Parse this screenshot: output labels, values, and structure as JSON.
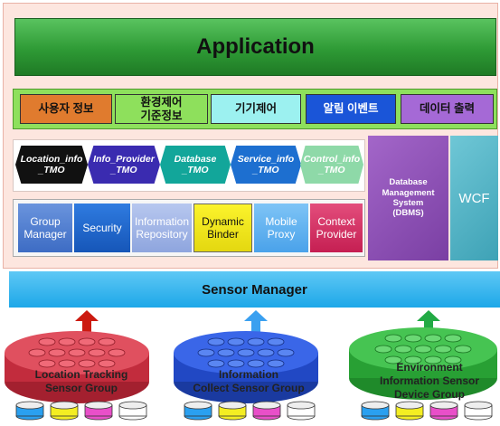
{
  "application": {
    "label": "Application"
  },
  "app_buttons": [
    {
      "label": "사용자 정보",
      "color": "#e07b2e"
    },
    {
      "label": "환경제어\n기준정보",
      "color": "#8ee05c"
    },
    {
      "label": "기기제어",
      "color": "#9cf1f0"
    },
    {
      "label": "알림 이벤트",
      "color": "#1a55d8"
    },
    {
      "label": "데이터 출력",
      "color": "#a569d6"
    }
  ],
  "tmo": [
    {
      "label": "Location_info\n_TMO",
      "color": "#111111"
    },
    {
      "label": "Info_Provider\n_TMO",
      "color": "#3a2bb0"
    },
    {
      "label": "Database\n_TMO",
      "color": "#12a69a"
    },
    {
      "label": "Service_info\n_TMO",
      "color": "#1d6fd0"
    },
    {
      "label": "Control_info\n_TMO",
      "color": "#8ed9a8"
    }
  ],
  "services": [
    {
      "label": "Group\nManager",
      "color": "#4f7fd2"
    },
    {
      "label": "Security",
      "color": "#1d6ccf"
    },
    {
      "label": "Information\nRepository",
      "color": "#9fb3e6"
    },
    {
      "label": "Dynamic\nBinder",
      "color": "#f2ea14"
    },
    {
      "label": "Mobile\nProxy",
      "color": "#5fb0f0"
    },
    {
      "label": "Context\nProvider",
      "color": "#d62e63"
    }
  ],
  "dbms": {
    "label": "Database\nManagement\nSystem\n(DBMS)"
  },
  "wcf": {
    "label": "WCF"
  },
  "sensor_manager": {
    "label": "Sensor Manager"
  },
  "sensor_groups": [
    {
      "label": "Location Tracking\nSensor Group",
      "color": "#d83a4d",
      "arrow_color": "#cc1a10"
    },
    {
      "label": "Information\nCollect Sensor Group",
      "color": "#2250d8",
      "arrow_color": "#3aa0f0"
    },
    {
      "label": "Environment\nInformation Sensor\nDevice Group",
      "color": "#2fb83a",
      "arrow_color": "#22aa44"
    }
  ],
  "mini_sensor_colors": [
    "#2aa0f0",
    "#f4ee22",
    "#e94fc9",
    "#ffffff"
  ]
}
